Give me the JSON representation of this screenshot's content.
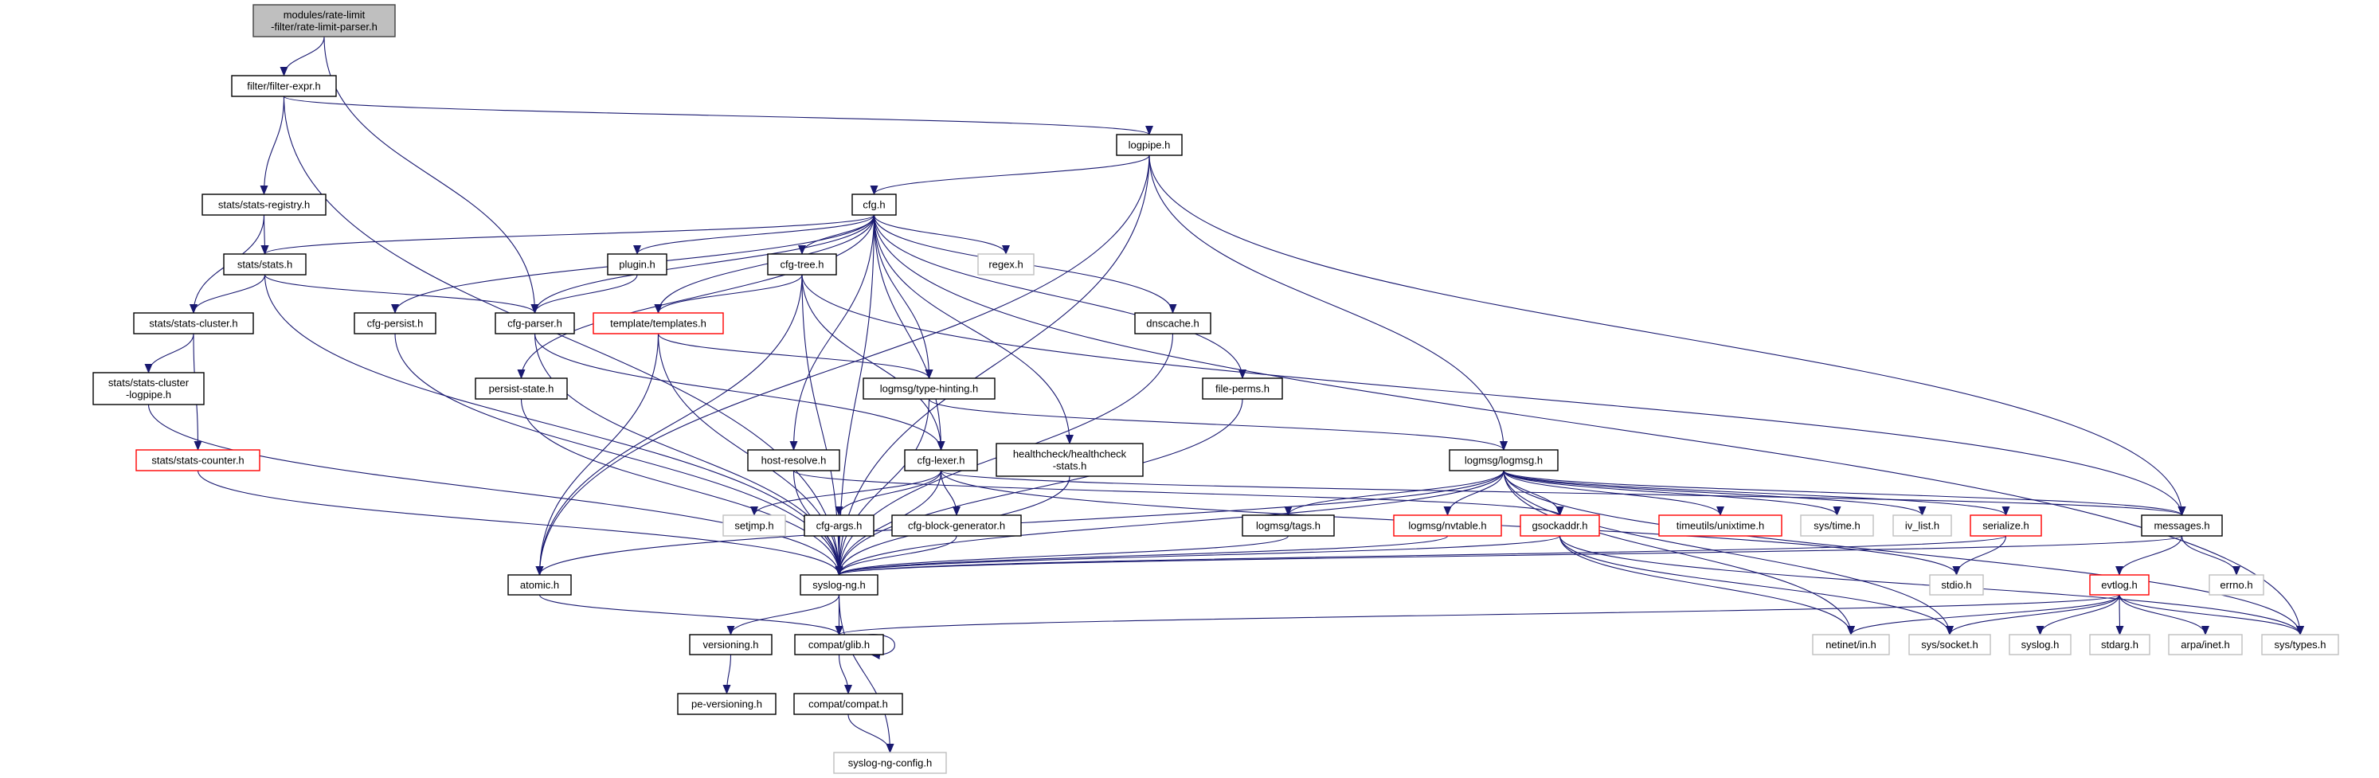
{
  "graph": {
    "edge_color": "#191970",
    "styles": {
      "focus": {
        "stroke": "#404040",
        "fill": "#bfbfbf"
      },
      "documented": {
        "stroke": "#000000",
        "fill": "#ffffff"
      },
      "external": {
        "stroke": "#bfbfbf",
        "fill": "#ffffff"
      },
      "truncated": {
        "stroke": "#ff0000",
        "fill": "#ffffff"
      }
    },
    "nodes": [
      {
        "id": "parser",
        "lines": [
          "modules/rate-limit",
          "-filter/rate-limit-parser.h"
        ],
        "style": "focus"
      },
      {
        "id": "filterexpr",
        "lines": [
          "filter/filter-expr.h"
        ],
        "style": "documented"
      },
      {
        "id": "logpipe",
        "lines": [
          "logpipe.h"
        ],
        "style": "documented"
      },
      {
        "id": "cfg",
        "lines": [
          "cfg.h"
        ],
        "style": "documented"
      },
      {
        "id": "statsreg",
        "lines": [
          "stats/stats-registry.h"
        ],
        "style": "documented"
      },
      {
        "id": "stats",
        "lines": [
          "stats/stats.h"
        ],
        "style": "documented"
      },
      {
        "id": "plugin",
        "lines": [
          "plugin.h"
        ],
        "style": "documented"
      },
      {
        "id": "cfgtree",
        "lines": [
          "cfg-tree.h"
        ],
        "style": "documented"
      },
      {
        "id": "regex",
        "lines": [
          "regex.h"
        ],
        "style": "external"
      },
      {
        "id": "statscluster",
        "lines": [
          "stats/stats-cluster.h"
        ],
        "style": "documented"
      },
      {
        "id": "cfgpersist",
        "lines": [
          "cfg-persist.h"
        ],
        "style": "documented"
      },
      {
        "id": "cfgparser",
        "lines": [
          "cfg-parser.h"
        ],
        "style": "documented"
      },
      {
        "id": "templates",
        "lines": [
          "template/templates.h"
        ],
        "style": "truncated"
      },
      {
        "id": "dnscache",
        "lines": [
          "dnscache.h"
        ],
        "style": "documented"
      },
      {
        "id": "statsclusterlogpipe",
        "lines": [
          "stats/stats-cluster",
          "-logpipe.h"
        ],
        "style": "documented"
      },
      {
        "id": "persiststate",
        "lines": [
          "persist-state.h"
        ],
        "style": "documented"
      },
      {
        "id": "typehinting",
        "lines": [
          "logmsg/type-hinting.h"
        ],
        "style": "documented"
      },
      {
        "id": "fileperms",
        "lines": [
          "file-perms.h"
        ],
        "style": "documented"
      },
      {
        "id": "statscounter",
        "lines": [
          "stats/stats-counter.h"
        ],
        "style": "truncated"
      },
      {
        "id": "hostresolve",
        "lines": [
          "host-resolve.h"
        ],
        "style": "documented"
      },
      {
        "id": "cfglexer",
        "lines": [
          "cfg-lexer.h"
        ],
        "style": "documented"
      },
      {
        "id": "healthcheck",
        "lines": [
          "healthcheck/healthcheck",
          "-stats.h"
        ],
        "style": "documented"
      },
      {
        "id": "logmsg",
        "lines": [
          "logmsg/logmsg.h"
        ],
        "style": "documented"
      },
      {
        "id": "setjmp",
        "lines": [
          "setjmp.h"
        ],
        "style": "external"
      },
      {
        "id": "cfgargs",
        "lines": [
          "cfg-args.h"
        ],
        "style": "documented"
      },
      {
        "id": "cfgblock",
        "lines": [
          "cfg-block-generator.h"
        ],
        "style": "documented"
      },
      {
        "id": "tags",
        "lines": [
          "logmsg/tags.h"
        ],
        "style": "documented"
      },
      {
        "id": "nvtable",
        "lines": [
          "logmsg/nvtable.h"
        ],
        "style": "truncated"
      },
      {
        "id": "gsockaddr",
        "lines": [
          "gsockaddr.h"
        ],
        "style": "truncated"
      },
      {
        "id": "unixtime",
        "lines": [
          "timeutils/unixtime.h"
        ],
        "style": "truncated"
      },
      {
        "id": "systime",
        "lines": [
          "sys/time.h"
        ],
        "style": "external"
      },
      {
        "id": "ivlist",
        "lines": [
          "iv_list.h"
        ],
        "style": "external"
      },
      {
        "id": "serialize",
        "lines": [
          "serialize.h"
        ],
        "style": "truncated"
      },
      {
        "id": "messages",
        "lines": [
          "messages.h"
        ],
        "style": "documented"
      },
      {
        "id": "syslogng",
        "lines": [
          "syslog-ng.h"
        ],
        "style": "documented"
      },
      {
        "id": "atomic",
        "lines": [
          "atomic.h"
        ],
        "style": "documented"
      },
      {
        "id": "stdio",
        "lines": [
          "stdio.h"
        ],
        "style": "external"
      },
      {
        "id": "evtlog",
        "lines": [
          "evtlog.h"
        ],
        "style": "truncated"
      },
      {
        "id": "errno",
        "lines": [
          "errno.h"
        ],
        "style": "external"
      },
      {
        "id": "versioning",
        "lines": [
          "versioning.h"
        ],
        "style": "documented"
      },
      {
        "id": "glib",
        "lines": [
          "compat/glib.h"
        ],
        "style": "documented"
      },
      {
        "id": "netinet",
        "lines": [
          "netinet/in.h"
        ],
        "style": "external"
      },
      {
        "id": "syssocket",
        "lines": [
          "sys/socket.h"
        ],
        "style": "external"
      },
      {
        "id": "syslogh",
        "lines": [
          "syslog.h"
        ],
        "style": "external"
      },
      {
        "id": "stdarg",
        "lines": [
          "stdarg.h"
        ],
        "style": "external"
      },
      {
        "id": "arpainet",
        "lines": [
          "arpa/inet.h"
        ],
        "style": "external"
      },
      {
        "id": "systypes",
        "lines": [
          "sys/types.h"
        ],
        "style": "external"
      },
      {
        "id": "peversioning",
        "lines": [
          "pe-versioning.h"
        ],
        "style": "documented"
      },
      {
        "id": "compat",
        "lines": [
          "compat/compat.h"
        ],
        "style": "documented"
      },
      {
        "id": "config",
        "lines": [
          "syslog-ng-config.h"
        ],
        "style": "external"
      }
    ],
    "edges": [
      [
        "parser",
        "filterexpr"
      ],
      [
        "parser",
        "cfgparser"
      ],
      [
        "filterexpr",
        "logpipe"
      ],
      [
        "filterexpr",
        "statsreg"
      ],
      [
        "filterexpr",
        "syslogng"
      ],
      [
        "logpipe",
        "cfg"
      ],
      [
        "logpipe",
        "logmsg"
      ],
      [
        "logpipe",
        "messages"
      ],
      [
        "logpipe",
        "syslogng"
      ],
      [
        "logpipe",
        "atomic"
      ],
      [
        "cfg",
        "stats"
      ],
      [
        "cfg",
        "cfgpersist"
      ],
      [
        "cfg",
        "cfgparser"
      ],
      [
        "cfg",
        "templates"
      ],
      [
        "cfg",
        "plugin"
      ],
      [
        "cfg",
        "cfgtree"
      ],
      [
        "cfg",
        "regex"
      ],
      [
        "cfg",
        "persiststate"
      ],
      [
        "cfg",
        "hostresolve"
      ],
      [
        "cfg",
        "cfglexer"
      ],
      [
        "cfg",
        "typehinting"
      ],
      [
        "cfg",
        "healthcheck"
      ],
      [
        "cfg",
        "dnscache"
      ],
      [
        "cfg",
        "fileperms"
      ],
      [
        "cfg",
        "systypes"
      ],
      [
        "cfg",
        "syslogng"
      ],
      [
        "statsreg",
        "stats"
      ],
      [
        "statsreg",
        "statscluster"
      ],
      [
        "stats",
        "statscluster"
      ],
      [
        "stats",
        "cfgparser"
      ],
      [
        "stats",
        "syslogng"
      ],
      [
        "statscluster",
        "statsclusterlogpipe"
      ],
      [
        "statscluster",
        "statscounter"
      ],
      [
        "statsclusterlogpipe",
        "syslogng"
      ],
      [
        "statscounter",
        "syslogng"
      ],
      [
        "plugin",
        "cfgparser"
      ],
      [
        "cfgtree",
        "templates"
      ],
      [
        "cfgtree",
        "cfglexer"
      ],
      [
        "cfgtree",
        "messages"
      ],
      [
        "cfgtree",
        "syslogng"
      ],
      [
        "cfgtree",
        "atomic"
      ],
      [
        "cfgpersist",
        "syslogng"
      ],
      [
        "cfgparser",
        "cfglexer"
      ],
      [
        "cfgparser",
        "syslogng"
      ],
      [
        "templates",
        "typehinting"
      ],
      [
        "templates",
        "syslogng"
      ],
      [
        "templates",
        "atomic"
      ],
      [
        "persiststate",
        "syslogng"
      ],
      [
        "typehinting",
        "logmsg"
      ],
      [
        "typehinting",
        "syslogng"
      ],
      [
        "dnscache",
        "syslogng"
      ],
      [
        "fileperms",
        "syslogng"
      ],
      [
        "hostresolve",
        "gsockaddr"
      ],
      [
        "hostresolve",
        "syslogng"
      ],
      [
        "cfglexer",
        "setjmp"
      ],
      [
        "cfglexer",
        "cfgargs"
      ],
      [
        "cfglexer",
        "cfgblock"
      ],
      [
        "cfglexer",
        "syslogng"
      ],
      [
        "cfglexer",
        "messages"
      ],
      [
        "cfglexer",
        "stdio"
      ],
      [
        "healthcheck",
        "syslogng"
      ],
      [
        "cfgargs",
        "syslogng"
      ],
      [
        "cfgblock",
        "syslogng"
      ],
      [
        "logmsg",
        "tags"
      ],
      [
        "logmsg",
        "nvtable"
      ],
      [
        "logmsg",
        "gsockaddr"
      ],
      [
        "logmsg",
        "unixtime"
      ],
      [
        "logmsg",
        "systime"
      ],
      [
        "logmsg",
        "ivlist"
      ],
      [
        "logmsg",
        "serialize"
      ],
      [
        "logmsg",
        "messages"
      ],
      [
        "logmsg",
        "syslogng"
      ],
      [
        "logmsg",
        "atomic"
      ],
      [
        "logmsg",
        "systypes"
      ],
      [
        "logmsg",
        "syssocket"
      ],
      [
        "logmsg",
        "netinet"
      ],
      [
        "tags",
        "syslogng"
      ],
      [
        "nvtable",
        "syslogng"
      ],
      [
        "gsockaddr",
        "syslogng"
      ],
      [
        "gsockaddr",
        "netinet"
      ],
      [
        "gsockaddr",
        "syssocket"
      ],
      [
        "gsockaddr",
        "systypes"
      ],
      [
        "serialize",
        "stdio"
      ],
      [
        "serialize",
        "syslogng"
      ],
      [
        "messages",
        "evtlog"
      ],
      [
        "messages",
        "errno"
      ],
      [
        "messages",
        "syslogng"
      ],
      [
        "evtlog",
        "netinet"
      ],
      [
        "evtlog",
        "syssocket"
      ],
      [
        "evtlog",
        "syslogh"
      ],
      [
        "evtlog",
        "stdarg"
      ],
      [
        "evtlog",
        "arpainet"
      ],
      [
        "evtlog",
        "systypes"
      ],
      [
        "evtlog",
        "glib"
      ],
      [
        "syslogng",
        "versioning"
      ],
      [
        "syslogng",
        "glib"
      ],
      [
        "syslogng",
        "config"
      ],
      [
        "atomic",
        "glib"
      ],
      [
        "glib",
        "glib"
      ],
      [
        "glib",
        "compat"
      ],
      [
        "compat",
        "config"
      ],
      [
        "versioning",
        "peversioning"
      ]
    ]
  }
}
